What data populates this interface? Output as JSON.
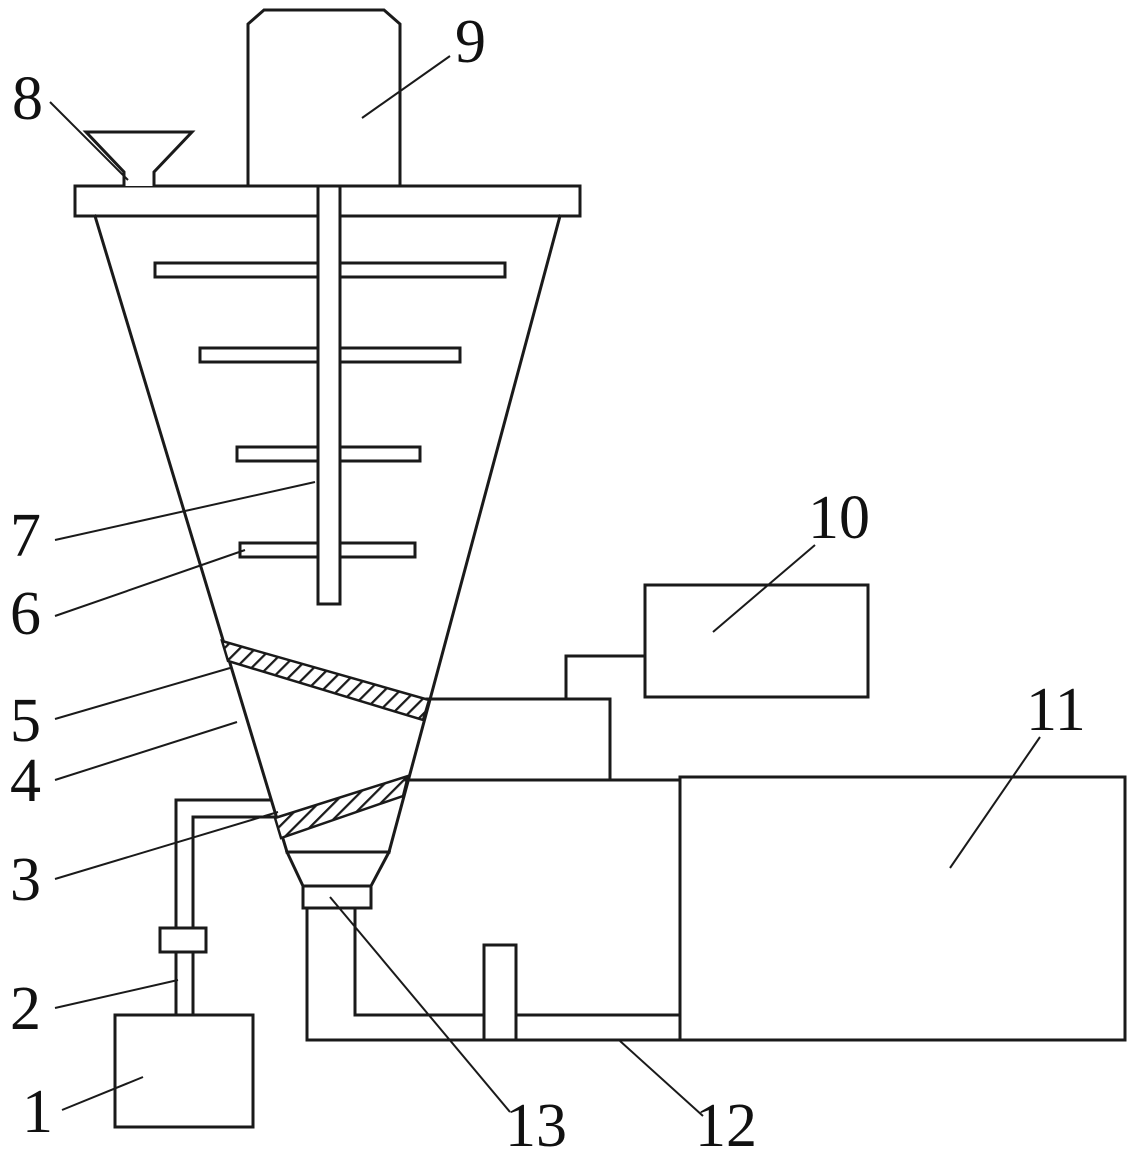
{
  "colors": {
    "line": "#1a1a1a",
    "background": "#ffffff"
  },
  "labels": {
    "p1": "1",
    "p2": "2",
    "p3": "3",
    "p4": "4",
    "p5": "5",
    "p6": "6",
    "p7": "7",
    "p8": "8",
    "p9": "9",
    "p10": "10",
    "p11": "11",
    "p12": "12",
    "p13": "13"
  }
}
